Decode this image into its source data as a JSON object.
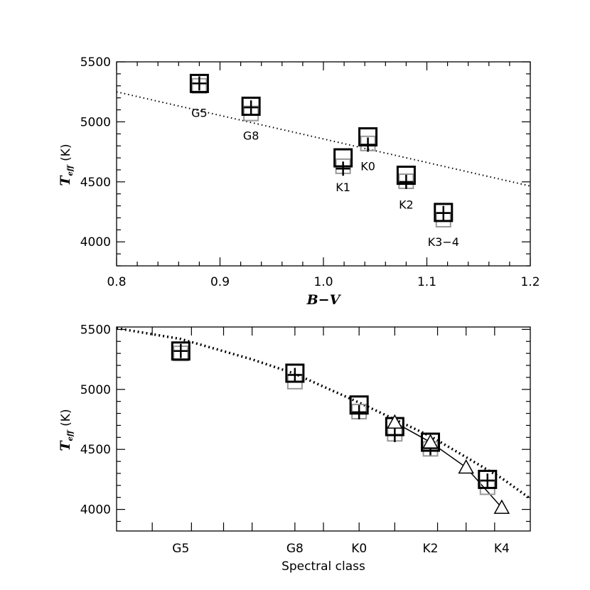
{
  "chart_data": [
    {
      "type": "scatter",
      "title": "",
      "xlabel": "B−V",
      "ylabel_main": "T",
      "ylabel_sub": "eff",
      "ylabel_unit": "(K)",
      "xlim": [
        0.8,
        1.2
      ],
      "ylim": [
        3800,
        5500
      ],
      "xticks": [
        0.8,
        0.9,
        1.0,
        1.1,
        1.2
      ],
      "xtick_labels": [
        "0.8",
        "0.9",
        "1.0",
        "1.1",
        "1.2"
      ],
      "yticks": [
        4000,
        4500,
        5000,
        5500
      ],
      "ytick_labels": [
        "4000",
        "4500",
        "5000",
        "5500"
      ],
      "grid": false,
      "series": [
        {
          "marker": "square-black",
          "points": [
            {
              "label": "G5",
              "x": 0.88,
              "y": 5320
            },
            {
              "label": "G8",
              "x": 0.93,
              "y": 5130
            },
            {
              "label": "K0",
              "x": 1.043,
              "y": 4875
            },
            {
              "label": "K1",
              "x": 1.019,
              "y": 4700
            },
            {
              "label": "K2",
              "x": 1.08,
              "y": 4555
            },
            {
              "label": "K3−4",
              "x": 1.116,
              "y": 4245
            }
          ]
        },
        {
          "marker": "square-gray",
          "points": [
            {
              "x": 0.88,
              "y": 5300
            },
            {
              "x": 0.93,
              "y": 5070
            },
            {
              "x": 1.043,
              "y": 4820
            },
            {
              "x": 1.019,
              "y": 4630
            },
            {
              "x": 1.08,
              "y": 4505
            },
            {
              "x": 1.116,
              "y": 4185
            }
          ]
        },
        {
          "marker": "plus-black",
          "points": [
            {
              "x": 0.88,
              "y": 5320
            },
            {
              "x": 0.93,
              "y": 5120
            },
            {
              "x": 1.043,
              "y": 4810
            },
            {
              "x": 1.019,
              "y": 4610
            },
            {
              "x": 1.08,
              "y": 4500
            },
            {
              "x": 1.116,
              "y": 4240
            }
          ]
        },
        {
          "line": "dotted",
          "points": [
            {
              "x": 0.8,
              "y": 5250
            },
            {
              "x": 1.2,
              "y": 4465
            }
          ]
        }
      ]
    },
    {
      "type": "scatter",
      "title": "",
      "xlabel": "Spectral class",
      "ylabel_main": "T",
      "ylabel_sub": "eff",
      "ylabel_unit": "(K)",
      "xlim": [
        -0.9,
        4.9
      ],
      "ylim": [
        3820,
        5520
      ],
      "xticks": [
        -0.4,
        0.15,
        0.6,
        1.0,
        1.6,
        2.0,
        2.5,
        3.0,
        3.6,
        4.0,
        4.4
      ],
      "xtick_labels_at": [
        0,
        1.6,
        2.5,
        3.5,
        4.5
      ],
      "categories": [
        "G5",
        "G8",
        "K0",
        "K2",
        "K4"
      ],
      "category_positions": [
        0,
        1.6,
        2.5,
        3.5,
        4.5
      ],
      "yticks": [
        4000,
        4500,
        5000,
        5500
      ],
      "ytick_labels": [
        "4000",
        "4500",
        "5000",
        "5500"
      ],
      "grid": false,
      "series": [
        {
          "marker": "square-black",
          "points": [
            {
              "x": 0,
              "y": 5320
            },
            {
              "x": 1.6,
              "y": 5135
            },
            {
              "x": 2.5,
              "y": 4870
            },
            {
              "x": 3.0,
              "y": 4690
            },
            {
              "x": 3.5,
              "y": 4560
            },
            {
              "x": 4.3,
              "y": 4250
            }
          ]
        },
        {
          "marker": "square-gray",
          "points": [
            {
              "x": 0,
              "y": 5300
            },
            {
              "x": 1.6,
              "y": 5065
            },
            {
              "x": 2.5,
              "y": 4815
            },
            {
              "x": 3.0,
              "y": 4630
            },
            {
              "x": 3.5,
              "y": 4505
            },
            {
              "x": 4.3,
              "y": 4185
            }
          ]
        },
        {
          "marker": "plus-black",
          "points": [
            {
              "x": 0,
              "y": 5320
            },
            {
              "x": 1.6,
              "y": 5120
            },
            {
              "x": 2.5,
              "y": 4810
            },
            {
              "x": 3.0,
              "y": 4620
            },
            {
              "x": 3.5,
              "y": 4510
            },
            {
              "x": 4.3,
              "y": 4240
            }
          ]
        },
        {
          "marker": "triangle",
          "line": "solid",
          "points": [
            {
              "x": 3.0,
              "y": 4725
            },
            {
              "x": 3.5,
              "y": 4560
            },
            {
              "x": 4.0,
              "y": 4350
            },
            {
              "x": 4.5,
              "y": 4015
            }
          ]
        },
        {
          "line": "dotted-thick",
          "points": [
            {
              "x": -0.9,
              "y": 5510
            },
            {
              "x": 0,
              "y": 5420
            },
            {
              "x": 1.0,
              "y": 5250
            },
            {
              "x": 1.6,
              "y": 5130
            },
            {
              "x": 2.5,
              "y": 4890
            },
            {
              "x": 3.5,
              "y": 4610
            },
            {
              "x": 4.5,
              "y": 4260
            },
            {
              "x": 4.9,
              "y": 4090
            }
          ]
        }
      ]
    }
  ]
}
